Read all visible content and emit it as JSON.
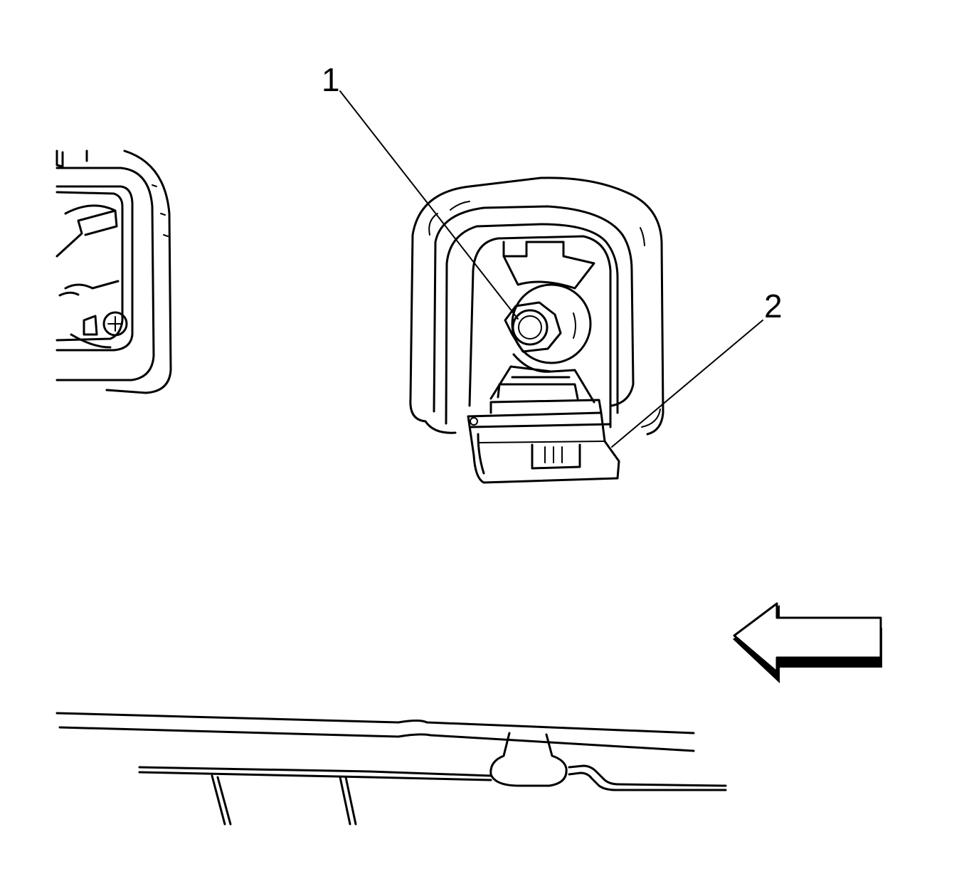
{
  "callouts": [
    {
      "id": "1",
      "label": "1"
    },
    {
      "id": "2",
      "label": "2"
    }
  ],
  "icons": {
    "direction_arrow": "left-arrow-icon",
    "screw": "phillips-screw-icon",
    "nut": "hex-nut-icon"
  },
  "colors": {
    "line": "#000000",
    "background": "#ffffff"
  }
}
